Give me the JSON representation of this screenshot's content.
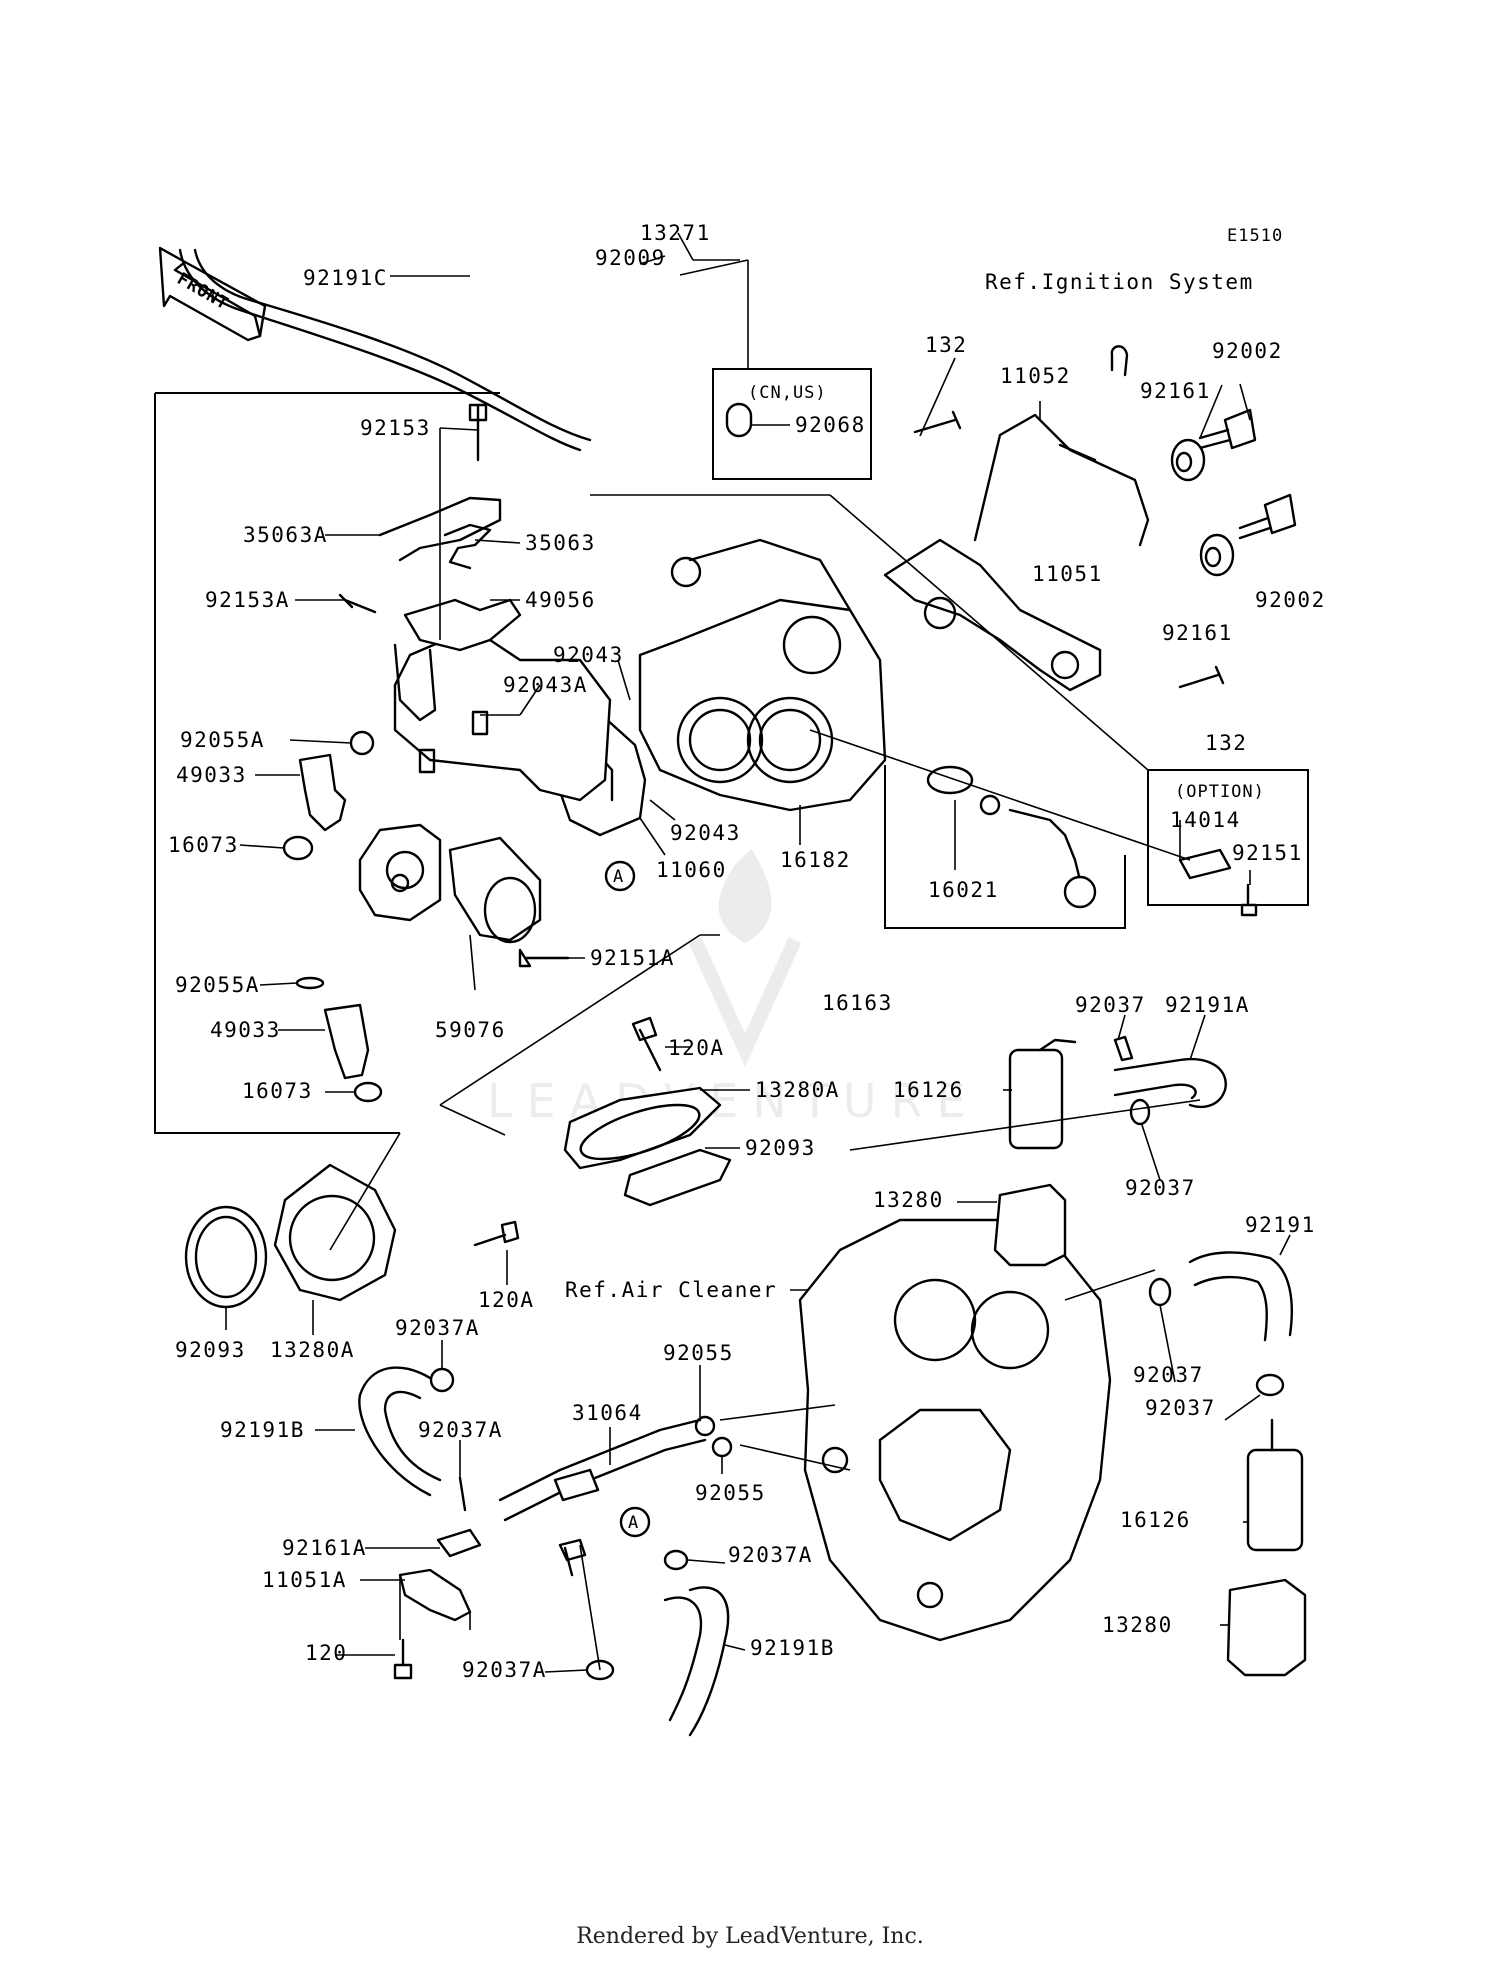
{
  "diagram_code": "E1510",
  "front_label": "FRONT",
  "references": {
    "ignition": "Ref.Ignition System",
    "air_cleaner": "Ref.Air Cleaner"
  },
  "boxes": {
    "cn_us": "(CN,US)",
    "option": "(OPTION)"
  },
  "callout_letter": "A",
  "watermark": "LEADVENTURE",
  "footer": "Rendered by LeadVenture, Inc.",
  "parts": {
    "p13271": "13271",
    "p92009": "92009",
    "p92191C": "92191C",
    "p92068": "92068",
    "p132a": "132",
    "p11052": "11052",
    "p92161a": "92161",
    "p92002a": "92002",
    "p92153": "92153",
    "p35063A": "35063A",
    "p35063": "35063",
    "p92153A": "92153A",
    "p49056": "49056",
    "p92043a": "92043",
    "p92043A": "92043A",
    "p11051": "11051",
    "p92002b": "92002",
    "p92161b": "92161",
    "p132b": "132",
    "p92055A_top": "92055A",
    "p49033_top": "49033",
    "p16073_top": "16073",
    "p92043b": "92043",
    "p11060": "11060",
    "p16182": "16182",
    "p16021": "16021",
    "p14014": "14014",
    "p92151": "92151",
    "p92151A": "92151A",
    "p59076": "59076",
    "p92055A_bot": "92055A",
    "p49033_bot": "49033",
    "p16073_bot": "16073",
    "p16163": "16163",
    "p120A_top": "120A",
    "p13280A_top": "13280A",
    "p92093_top": "92093",
    "p92037_a": "92037",
    "p92191A": "92191A",
    "p16126_top": "16126",
    "p92037_b": "92037",
    "p13280_top": "13280",
    "p92191": "92191",
    "p120A_bot": "120A",
    "p92093_bot": "92093",
    "p13280A_bot": "13280A",
    "p92037A_1": "92037A",
    "p92055_top": "92055",
    "p92191B_left": "92191B",
    "p92037A_2": "92037A",
    "p31064": "31064",
    "p92055_bot": "92055",
    "p92037_c": "92037",
    "p92037_d": "92037",
    "p92161A": "92161A",
    "p11051A": "11051A",
    "p92037A_3": "92037A",
    "p120": "120",
    "p92037A_4": "92037A",
    "p92191B_right": "92191B",
    "p16126_bot": "16126",
    "p13280_bot": "13280"
  }
}
